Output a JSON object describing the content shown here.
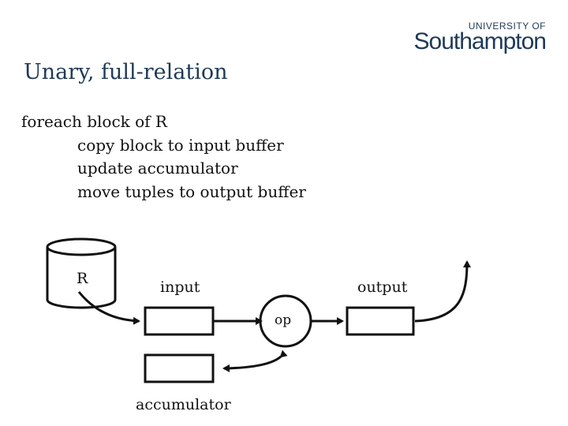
{
  "header": {
    "logo_top": "UNIVERSITY OF",
    "logo_main": "Southampton",
    "title": "Unary, full-relation"
  },
  "algorithm": {
    "lines": [
      "foreach block of R",
      "copy block to input buffer",
      "update accumulator",
      "move tuples to output buffer"
    ]
  },
  "diagram": {
    "relation_label": "R",
    "input_label": "input",
    "output_label": "output",
    "operator_label": "op",
    "accumulator_label": "accumulator"
  }
}
